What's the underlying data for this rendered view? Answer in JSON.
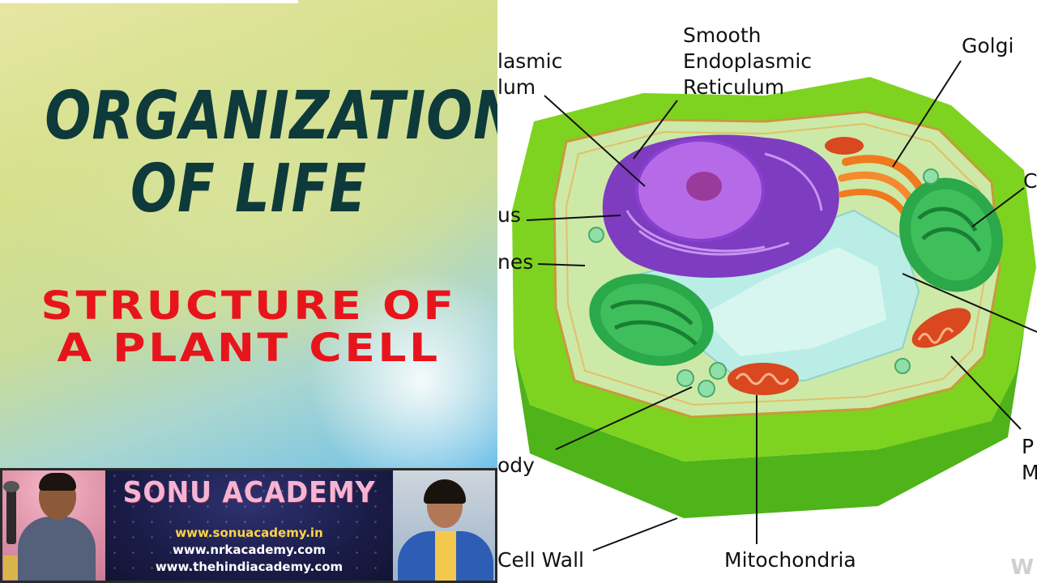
{
  "thumbnail": {
    "title_line1": "ORGANIZATION",
    "title_line2": "OF LIFE",
    "subtitle_line1": "STRUCTURE OF",
    "subtitle_line2": "A PLANT CELL"
  },
  "banner": {
    "academy_name": "SONU ACADEMY",
    "urls": [
      "www.sonuacademy.in",
      "www.nrkacademy.com",
      "www.thehindiacademy.com"
    ]
  },
  "diagram": {
    "labels": {
      "rough_er_line1": "lasmic",
      "rough_er_line2": "lum",
      "smooth_er_line1": "Smooth",
      "smooth_er_line2": "Endoplasmic",
      "smooth_er_line3": "Reticulum",
      "golgi": "Golgi",
      "nucleus": "us",
      "ribosomes": "nes",
      "golgi_body": "ody",
      "cell_wall": "Cell Wall",
      "mitochondria": "Mitochondria",
      "chloroplast_partial": "C",
      "plasma_membrane_line1": "P",
      "plasma_membrane_line2": "M"
    },
    "watermark": "W"
  },
  "colors": {
    "title": "#0e3a3b",
    "subtitle": "#e8141c",
    "academy_name": "#f6b4d2",
    "cell_wall": "#7ed321",
    "nucleus": "#9b3fd1",
    "vacuole": "#b9ede6",
    "chloroplast": "#2aa84a",
    "mitochondria": "#d9481e",
    "golgi": "#f07a1e"
  }
}
